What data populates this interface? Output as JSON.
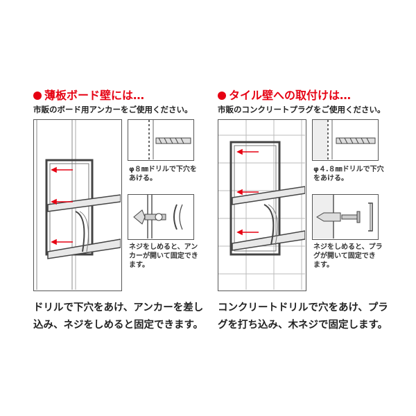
{
  "left": {
    "heading": "薄板ボード壁には…",
    "subline": "市販のボード用アンカーをご使用ください。",
    "step1_note": [
      "φ８㎜ドリルで下穴を",
      "あける。"
    ],
    "step2_note": [
      "ネジをしめると、アン",
      "カーが開いて固定でき",
      "ます。"
    ],
    "caption": [
      "ドリルで下穴をあけ、アンカーを差し",
      "込み、ネジをしめると固定できます。"
    ]
  },
  "right": {
    "heading": "タイル壁への取付けは…",
    "subline": "市販のコンクリートプラグをご使用ください。",
    "step1_note": [
      "φ４.８㎜ドリルで下穴",
      "をあける。"
    ],
    "step2_note": [
      "ネジをしめると、プラ",
      "グが開いて固定でき",
      "ます。"
    ],
    "caption": [
      "コンクリートドリルで穴をあけ、プラ",
      "グを打ち込み、木ネジで固定します。"
    ]
  },
  "colors": {
    "accent": "#e60012",
    "line": "#555555",
    "text": "#222222"
  },
  "icons": [
    "bullet-icon",
    "drill-bit-icon",
    "anchor-icon",
    "plug-icon",
    "screw-icon",
    "arrow-icon"
  ]
}
